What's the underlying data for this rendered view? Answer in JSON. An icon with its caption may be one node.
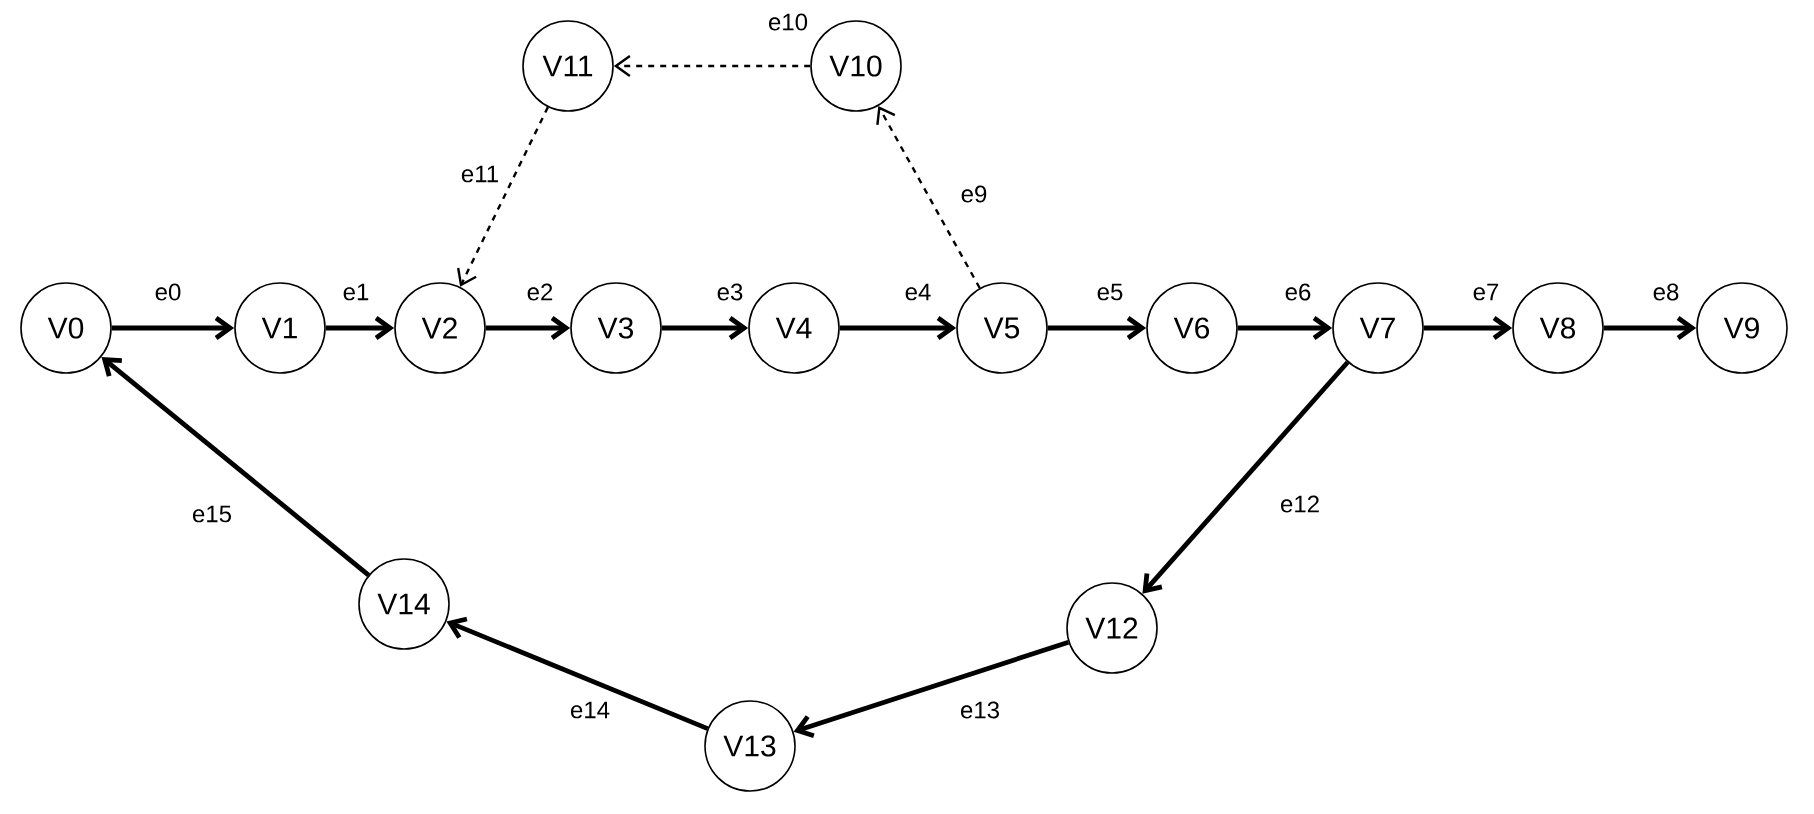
{
  "diagram": {
    "nodes": [
      {
        "text": [
          "V0"
        ]
      },
      {
        "text": [
          "V1"
        ]
      },
      {
        "text": [
          "V2"
        ]
      },
      {
        "text": [
          "V3"
        ]
      },
      {
        "text": [
          "V4"
        ]
      },
      {
        "text": [
          "V5"
        ]
      },
      {
        "text": [
          "V6"
        ]
      },
      {
        "text": [
          "V7"
        ]
      },
      {
        "text": [
          "V8"
        ]
      },
      {
        "text": [
          "V9"
        ]
      },
      {
        "text": [
          "V10"
        ]
      },
      {
        "text": [
          "V11"
        ]
      },
      {
        "text": [
          "V12"
        ]
      },
      {
        "text": [
          "V13"
        ]
      },
      {
        "text": [
          "V14"
        ]
      }
    ],
    "edges": [
      {
        "from": 0,
        "to": 1,
        "arrow": "to",
        "label": "e0"
      },
      {
        "from": 1,
        "to": 2,
        "arrow": "to",
        "label": "e1"
      },
      {
        "from": 2,
        "to": 3,
        "arrow": "to",
        "label": "e2"
      },
      {
        "from": 3,
        "to": 4,
        "arrow": "to",
        "label": "e3"
      },
      {
        "from": 4,
        "to": 5,
        "arrow": "to",
        "label": "e4"
      },
      {
        "from": 5,
        "to": 6,
        "arrow": "to",
        "label": "e5"
      },
      {
        "from": 6,
        "to": 7,
        "arrow": "to",
        "label": "e6"
      },
      {
        "from": 7,
        "to": 8,
        "arrow": "to",
        "label": "e7"
      },
      {
        "from": 8,
        "to": 9,
        "arrow": "to",
        "label": "e8"
      },
      {
        "from": 5,
        "to": 10,
        "arrow": "to",
        "label": "e9",
        "style": "dashed"
      },
      {
        "from": 10,
        "to": 11,
        "arrow": "to",
        "label": "e10",
        "style": "dashed"
      },
      {
        "from": 11,
        "to": 2,
        "arrow": "to",
        "label": "e11",
        "style": "dashed"
      },
      {
        "from": 7,
        "to": 12,
        "arrow": "to",
        "label": "e12"
      },
      {
        "from": 12,
        "to": 13,
        "arrow": "to",
        "label": "e13"
      },
      {
        "from": 13,
        "to": 14,
        "arrow": "to",
        "label": "e14"
      },
      {
        "from": 14,
        "to": 0,
        "arrow": "to",
        "label": "e15"
      }
    ]
  }
}
